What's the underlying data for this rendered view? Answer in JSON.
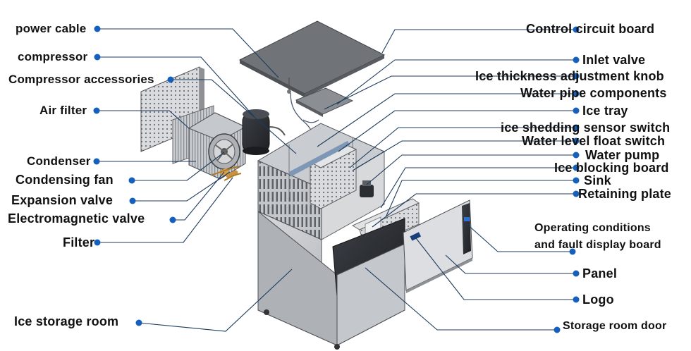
{
  "diagram": {
    "left_labels": [
      "power cable",
      "compressor",
      "Compressor accessories",
      "Air filter",
      "Condenser",
      "Condensing fan",
      "Expansion valve",
      "Electromagnetic valve",
      "Filter",
      "Ice storage room"
    ],
    "right_labels": [
      "Control circuit board",
      "Inlet valve",
      "Ice thickness adjustment knob",
      "Water pipe components",
      "Ice tray",
      "ice shedding sensor switch",
      "Water level float switch",
      "Water pump",
      "Ice blocking board",
      "Sink",
      "Retaining plate",
      "Operating conditions",
      "and fault display board",
      "Panel",
      "Logo",
      "Storage room door"
    ],
    "colors": {
      "leader": "#1d3a5c",
      "dot": "#1560bd",
      "text": "#111111",
      "metal": "#b9bcc0",
      "dark_panel": "#2e3136"
    }
  }
}
